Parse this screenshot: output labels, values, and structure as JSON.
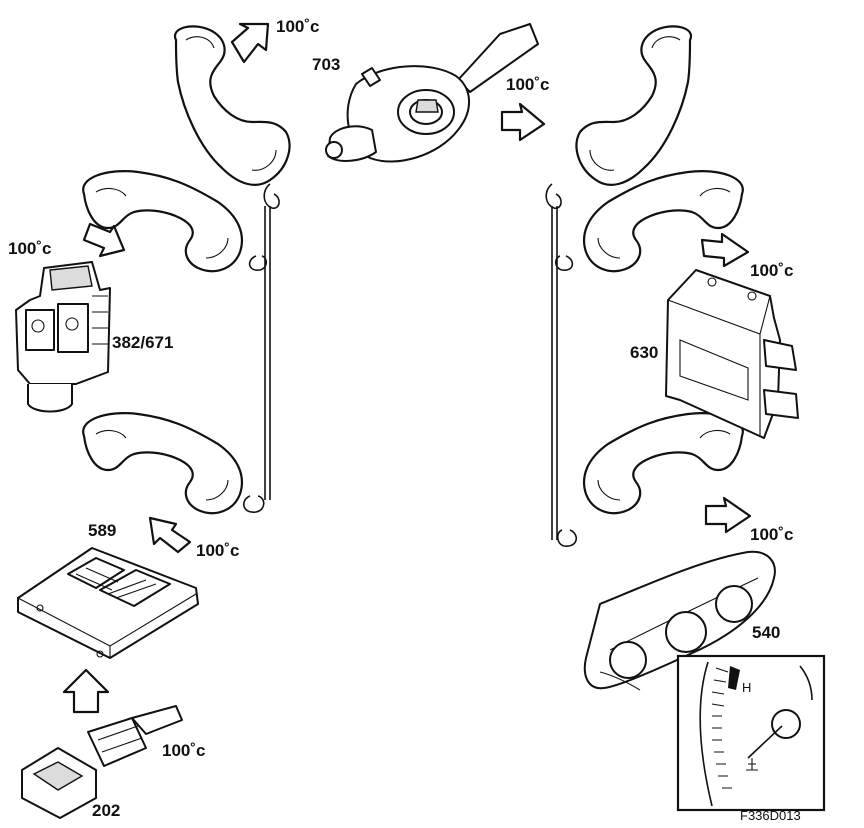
{
  "figure_id": "F336D013",
  "components": {
    "ignition_switch": {
      "ref": "703",
      "temperature": "100˚c"
    },
    "abs_unit": {
      "ref": "382/671",
      "temperature": "100˚c"
    },
    "engine_ecu": {
      "ref": "589",
      "temperature": "100˚c"
    },
    "coolant_sensor": {
      "ref": "202",
      "temperature": "100˚c"
    },
    "body_module": {
      "ref": "630",
      "temperature": "100˚c"
    },
    "instrument_panel": {
      "ref": "540",
      "temperature": "100˚c"
    }
  },
  "gauge_inset": {
    "high_mark": "H"
  }
}
